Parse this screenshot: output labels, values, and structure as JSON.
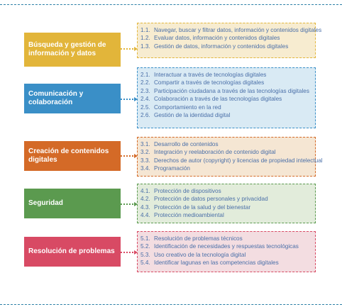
{
  "areas": [
    {
      "title": "Búsqueda y gestión de información y datos",
      "color": "#e2b53a",
      "list_bg": "#f7ecd0",
      "items": [
        {
          "num": "1.1.",
          "text": "Navegar, buscar y filtrar datos, información y contenidos digitales"
        },
        {
          "num": "1.2.",
          "text": "Evaluar datos, información y contenidos digitales"
        },
        {
          "num": "1.3.",
          "text": "Gestión de datos, información y contenidos digitales"
        }
      ]
    },
    {
      "title": "Comunicación y colaboración",
      "color": "#3a8fc7",
      "list_bg": "#d9eaf4",
      "items": [
        {
          "num": "2.1.",
          "text": "Interactuar a través de tecnologías digitales"
        },
        {
          "num": "2.2.",
          "text": "Compartir a través de tecnologías digitales"
        },
        {
          "num": "2.3.",
          "text": "Participación ciudadana a través de las tecnologías digitales"
        },
        {
          "num": "2.4.",
          "text": "Colaboración a través de las tecnologías digitales"
        },
        {
          "num": "2.5.",
          "text": "Comportamiento en la red"
        },
        {
          "num": "2.6.",
          "text": "Gestión de la identidad digital"
        }
      ]
    },
    {
      "title": "Creación de contenidos digitales",
      "color": "#d46a27",
      "list_bg": "#f5e6d3",
      "items": [
        {
          "num": "3.1.",
          "text": "Desarrollo de contenidos"
        },
        {
          "num": "3.2.",
          "text": "Integración y reelaboración de contenido digital"
        },
        {
          "num": "3.3.",
          "text": "Derechos de autor (copyright) y licencias de propiedad intelectual"
        },
        {
          "num": "3.4.",
          "text": "Programación"
        }
      ]
    },
    {
      "title": "Seguridad",
      "color": "#5b9a4f",
      "list_bg": "#e2ecdb",
      "items": [
        {
          "num": "4.1.",
          "text": "Protección de dispositivos"
        },
        {
          "num": "4.2.",
          "text": "Protección de datos personales y privacidad"
        },
        {
          "num": "4.3.",
          "text": "Protección de la salud y del bienestar"
        },
        {
          "num": "4.4.",
          "text": "Protección medioambiental"
        }
      ]
    },
    {
      "title": "Resolución de problemas",
      "color": "#d84a64",
      "list_bg": "#f3dde1",
      "items": [
        {
          "num": "5.1.",
          "text": "Resolución de problemas técnicos"
        },
        {
          "num": "5.2.",
          "text": "Identificación de necesidades y respuestas tecnológicas"
        },
        {
          "num": "5.3.",
          "text": "Uso creativo de la tecnología digital"
        },
        {
          "num": "5.4.",
          "text": "Identificar lagunas en las competencias digitales"
        }
      ]
    }
  ]
}
